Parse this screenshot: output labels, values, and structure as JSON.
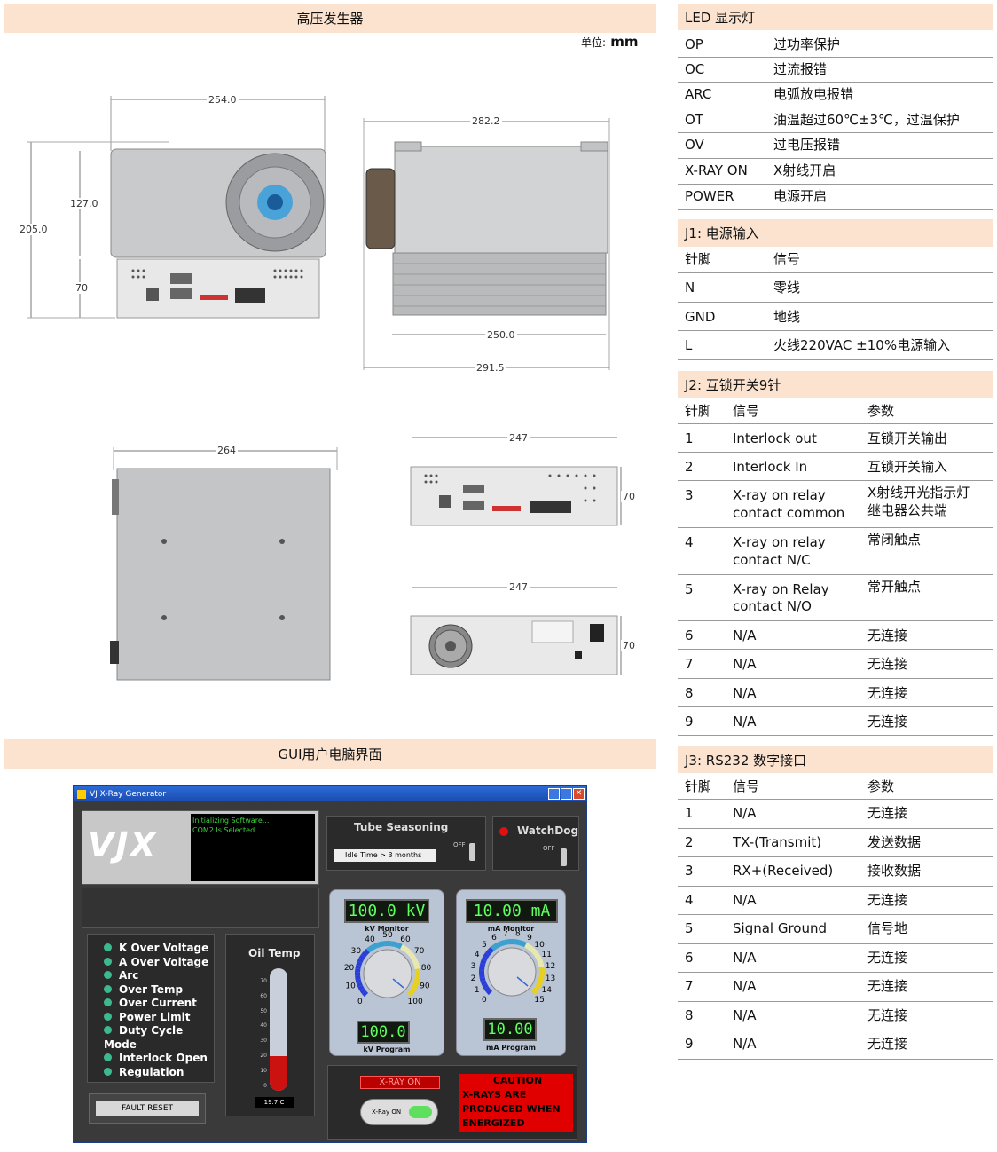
{
  "headers": {
    "generator": "高压发生器",
    "gui": "GUI用户电脑界面"
  },
  "unit": {
    "label": "单位:",
    "value": " mm"
  },
  "dimensions": {
    "front_width": "254.0",
    "front_mid": "127.0",
    "front_height": "205.0",
    "front_low": "70",
    "side_top": "282.2",
    "side_inner": "250.0",
    "side_bottom": "291.5",
    "top_view": "264",
    "panel1_width": "247",
    "panel1_height": "70",
    "panel2_width": "247",
    "panel2_height": "70"
  },
  "led": {
    "title": "LED 显示灯",
    "rows": [
      {
        "code": "OP",
        "desc": "过功率保护"
      },
      {
        "code": "OC",
        "desc": "过流报错"
      },
      {
        "code": "ARC",
        "desc": "电弧放电报错"
      },
      {
        "code": "OT",
        "desc": "油温超过60℃±3℃，过温保护"
      },
      {
        "code": "OV",
        "desc": "过电压报错"
      },
      {
        "code": "X-RAY ON",
        "desc": "X射线开启"
      },
      {
        "code": "POWER",
        "desc": "电源开启"
      }
    ]
  },
  "j1": {
    "title": "J1: 电源输入",
    "head": {
      "pin": "针脚",
      "signal": "信号"
    },
    "rows": [
      {
        "pin": "N",
        "signal": "零线"
      },
      {
        "pin": "GND",
        "signal": "地线"
      },
      {
        "pin": "L",
        "signal": "火线220VAC ±10%电源输入"
      }
    ]
  },
  "j2": {
    "title": "J2: 互锁开关9针",
    "head": {
      "pin": "针脚",
      "signal": "信号",
      "param": "参数"
    },
    "rows": [
      {
        "pin": "1",
        "signal": "Interlock out",
        "param": "互锁开关输出"
      },
      {
        "pin": "2",
        "signal": "Interlock In",
        "param": "互锁开关输入"
      },
      {
        "pin": "3",
        "signal": "X-ray on relay",
        "signal2": "contact common",
        "param": "X射线开光指示灯",
        "param2": "继电器公共端"
      },
      {
        "pin": "4",
        "signal": "X-ray on relay",
        "signal2": "contact N/C",
        "param": "常闭触点"
      },
      {
        "pin": "5",
        "signal": "X-ray on Relay",
        "signal2": "contact N/O",
        "param": "常开触点"
      },
      {
        "pin": "6",
        "signal": "N/A",
        "param": "无连接"
      },
      {
        "pin": "7",
        "signal": "N/A",
        "param": "无连接"
      },
      {
        "pin": "8",
        "signal": "N/A",
        "param": "无连接"
      },
      {
        "pin": "9",
        "signal": "N/A",
        "param": "无连接"
      }
    ]
  },
  "j3": {
    "title": "J3: RS232 数字接口",
    "head": {
      "pin": "针脚",
      "signal": "信号",
      "param": "参数"
    },
    "rows": [
      {
        "pin": "1",
        "signal": "N/A",
        "param": "无连接"
      },
      {
        "pin": "2",
        "signal": "TX-(Transmit)",
        "param": "发送数据"
      },
      {
        "pin": "3",
        "signal": "RX+(Received)",
        "param": "接收数据"
      },
      {
        "pin": "4",
        "signal": "N/A",
        "param": "无连接"
      },
      {
        "pin": "5",
        "signal": "Signal Ground",
        "param": "信号地"
      },
      {
        "pin": "6",
        "signal": "N/A",
        "param": "无连接"
      },
      {
        "pin": "7",
        "signal": "N/A",
        "param": "无连接"
      },
      {
        "pin": "8",
        "signal": "N/A",
        "param": "无连接"
      },
      {
        "pin": "9",
        "signal": "N/A",
        "param": "无连接"
      }
    ]
  },
  "gui": {
    "window_title": "VJ X-Ray Generator",
    "logo": "VJX",
    "log_lines": [
      "Initializing Software...",
      "COM2 Is Selected"
    ],
    "tube_seasoning": "Tube Seasoning",
    "idle_time": "Idle Time > 3 months",
    "off": "OFF",
    "watchdog": "WatchDog",
    "faults": [
      "K Over Voltage",
      "A Over Voltage",
      "Arc",
      "Over Temp",
      "Over Current",
      "Power Limit",
      "Duty Cycle Mode",
      "Interlock Open",
      "Regulation"
    ],
    "oil_temp": "Oil Temp",
    "oil_scale": [
      "70",
      "60",
      "50",
      "40",
      "30",
      "20",
      "10",
      "0"
    ],
    "oil_value": "19.7 C",
    "oil_level": 0.28,
    "fault_reset": "FAULT RESET",
    "kv_monitor_value": "100.0 kV",
    "kv_monitor_label": "kV Monitor",
    "kv_program_value": "100.0",
    "kv_program_label": "kV Program",
    "kv_scale": [
      "0",
      "10",
      "20",
      "30",
      "40",
      "50",
      "60",
      "70",
      "80",
      "90",
      "100"
    ],
    "ma_monitor_value": "10.00 mA",
    "ma_monitor_label": "mA Monitor",
    "ma_program_value": "10.00",
    "ma_program_label": "mA Program",
    "ma_scale": [
      "0",
      "1",
      "2",
      "3",
      "4",
      "5",
      "6",
      "7",
      "8",
      "9",
      "10",
      "11",
      "12",
      "13",
      "14",
      "15"
    ],
    "xray_on_label": "X-RAY ON",
    "xray_on_button": "X-Ray ON",
    "caution": [
      "CAUTION",
      "X-RAYS ARE",
      "PRODUCED WHEN",
      "ENERGIZED"
    ]
  }
}
